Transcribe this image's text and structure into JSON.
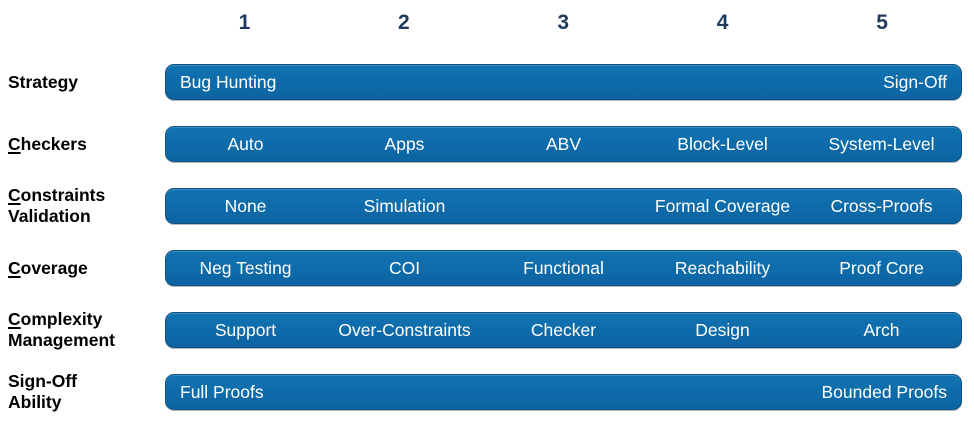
{
  "header": {
    "levels": [
      "1",
      "2",
      "3",
      "4",
      "5"
    ]
  },
  "colors": {
    "bar_fill": "#0e6ba9",
    "bar_gradient_top": "#1173b2",
    "bar_gradient_bottom": "#0c64a2",
    "bar_border": "#11507f",
    "bar_text": "#ffffff",
    "level_number": "#1e3a5e",
    "row_label": "#000000"
  },
  "rows": [
    {
      "name": "strategy",
      "label": {
        "head": "",
        "tail": "Strategy",
        "line2": ""
      },
      "type": "ends",
      "left": "Bug Hunting",
      "right": "Sign-Off"
    },
    {
      "name": "checkers",
      "label": {
        "head": "C",
        "tail": "heckers",
        "line2": ""
      },
      "type": "grid",
      "cells": [
        "Auto",
        "Apps",
        "ABV",
        "Block-Level",
        "System-Level"
      ]
    },
    {
      "name": "constraints-validation",
      "label": {
        "head": "C",
        "tail": "onstraints",
        "line2": "Validation"
      },
      "type": "grid",
      "cells": [
        "None",
        "Simulation",
        "",
        "Formal Coverage",
        "Cross-Proofs"
      ]
    },
    {
      "name": "coverage",
      "label": {
        "head": "C",
        "tail": "overage",
        "line2": ""
      },
      "type": "grid",
      "cells": [
        "Neg Testing",
        "COI",
        "Functional",
        "Reachability",
        "Proof Core"
      ]
    },
    {
      "name": "complexity-management",
      "label": {
        "head": "C",
        "tail": "omplexity",
        "line2": "Management"
      },
      "type": "grid",
      "cells": [
        "Support",
        "Over-Constraints",
        "Checker",
        "Design",
        "Arch"
      ]
    },
    {
      "name": "sign-off-ability",
      "label": {
        "head": "",
        "tail": "Sign-Off",
        "line2": "Ability"
      },
      "type": "ends",
      "left": "Full Proofs",
      "right": "Bounded Proofs"
    }
  ]
}
